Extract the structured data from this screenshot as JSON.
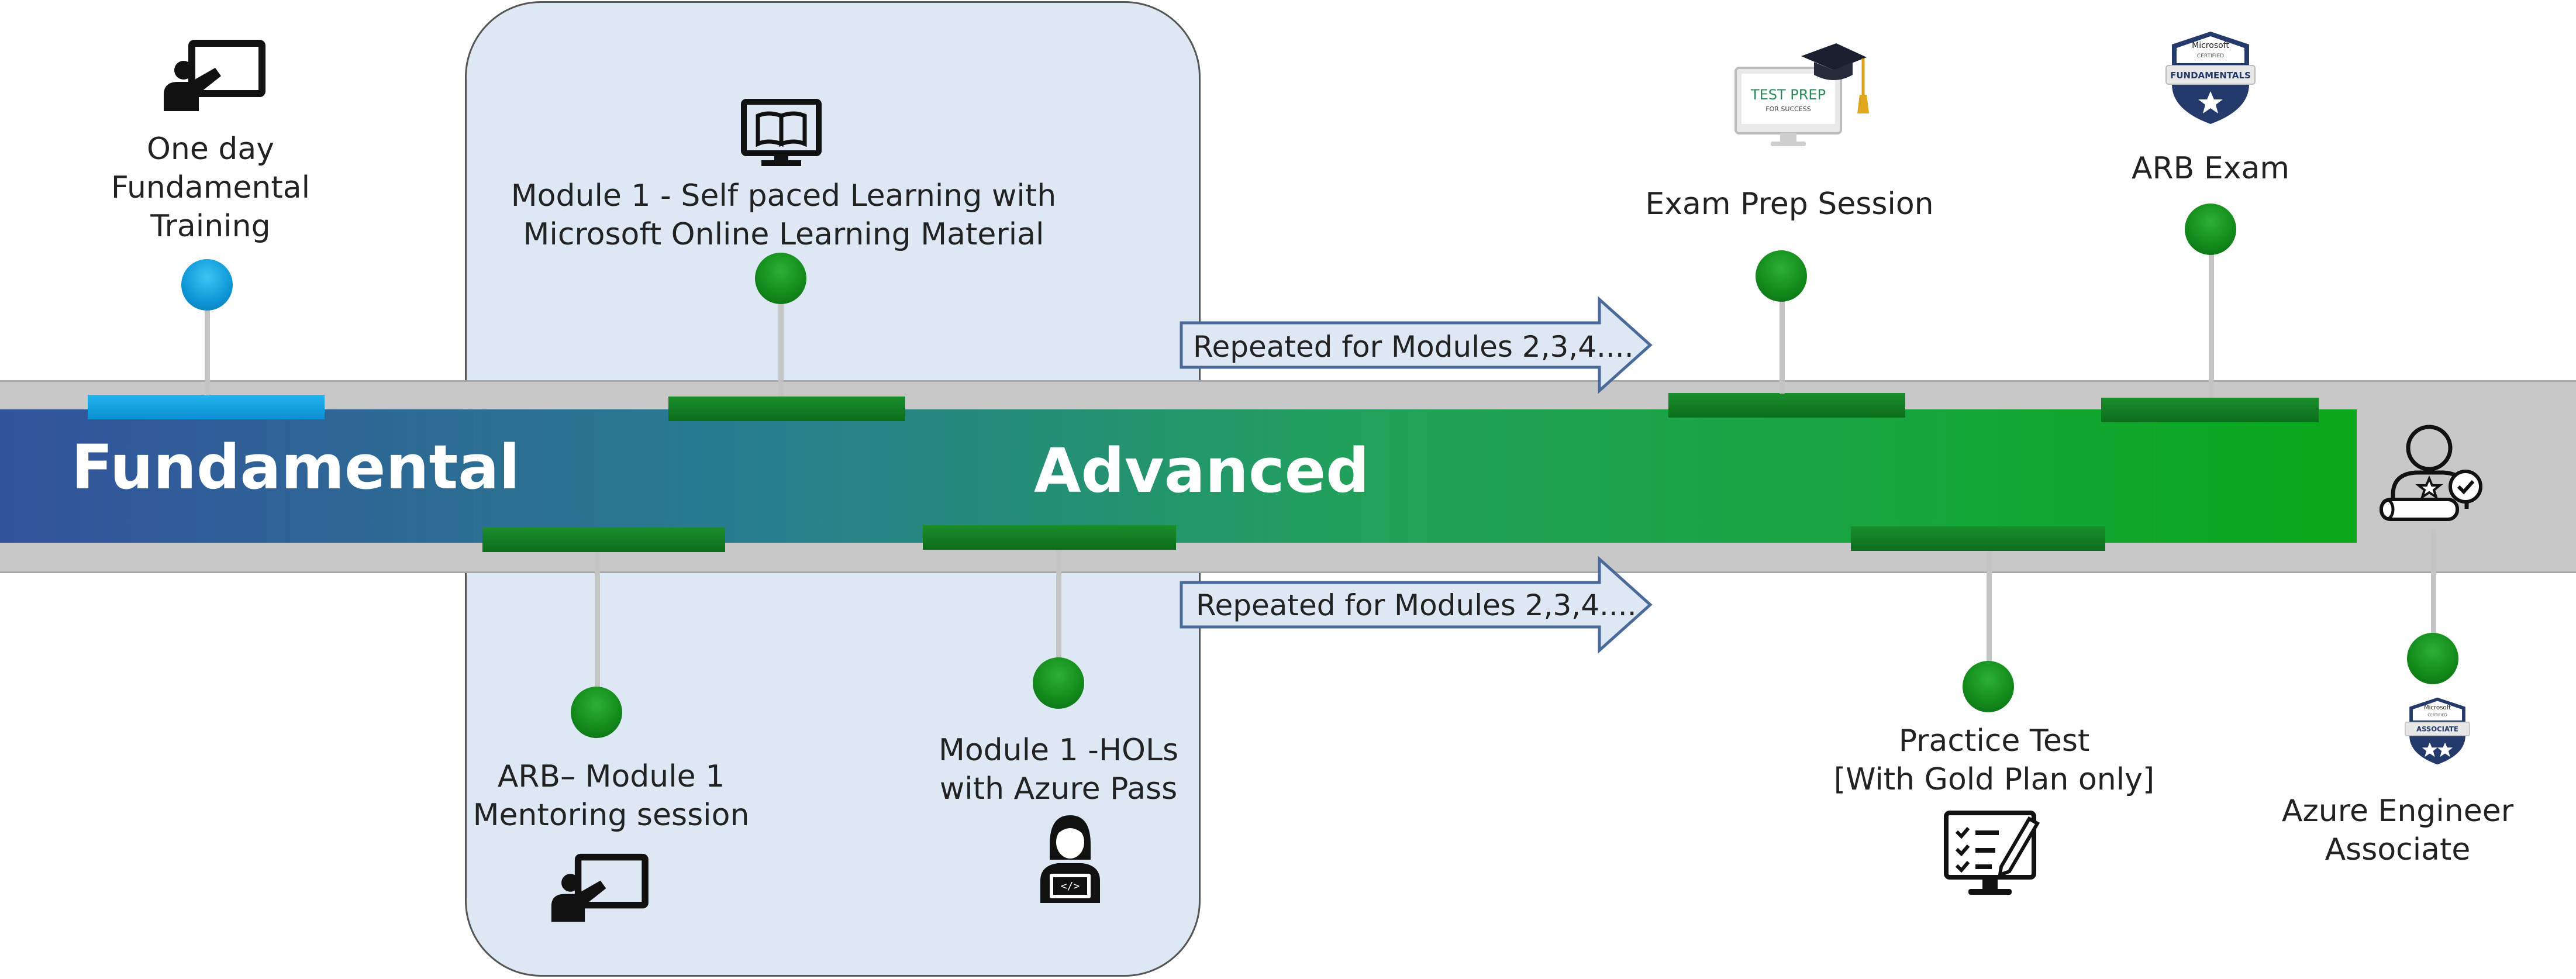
{
  "fundamental_label": "Fundamental",
  "advanced_label": "Advanced",
  "milestones": {
    "fundamental_training": "One day\nFundamental\nTraining",
    "module1_self_paced": "Module 1 - Self paced Learning with\nMicrosoft Online Learning Material",
    "mentoring": "ARB– Module 1\nMentoring session",
    "hols": "Module 1 -HOLs\nwith Azure Pass",
    "exam_prep": "Exam Prep Session",
    "arb_exam": "ARB Exam",
    "practice_test": "Practice Test\n[With Gold Plan only]",
    "azure_engineer": "Azure Engineer\nAssociate"
  },
  "arrows": {
    "upper": "Repeated for Modules 2,3,4....",
    "lower": "Repeated for Modules 2,3,4...."
  },
  "badges": {
    "fundamentals_top": "Microsoft",
    "fundamentals_certified": "CERTIFIED",
    "fundamentals_ribbon": "FUNDAMENTALS",
    "associate_top": "Microsoft",
    "associate_certified": "CERTIFIED",
    "associate_ribbon": "ASSOCIATE",
    "test_prep_title": "TEST PREP",
    "test_prep_sub": "FOR SUCCESS"
  },
  "colors": {
    "panel_bg": "#dde8f4",
    "band_start": "#33529c",
    "band_end": "#0aa81a",
    "dot_green": "#148c1c",
    "dot_blue": "#109ad9",
    "badge_navy": "#243a6b"
  }
}
